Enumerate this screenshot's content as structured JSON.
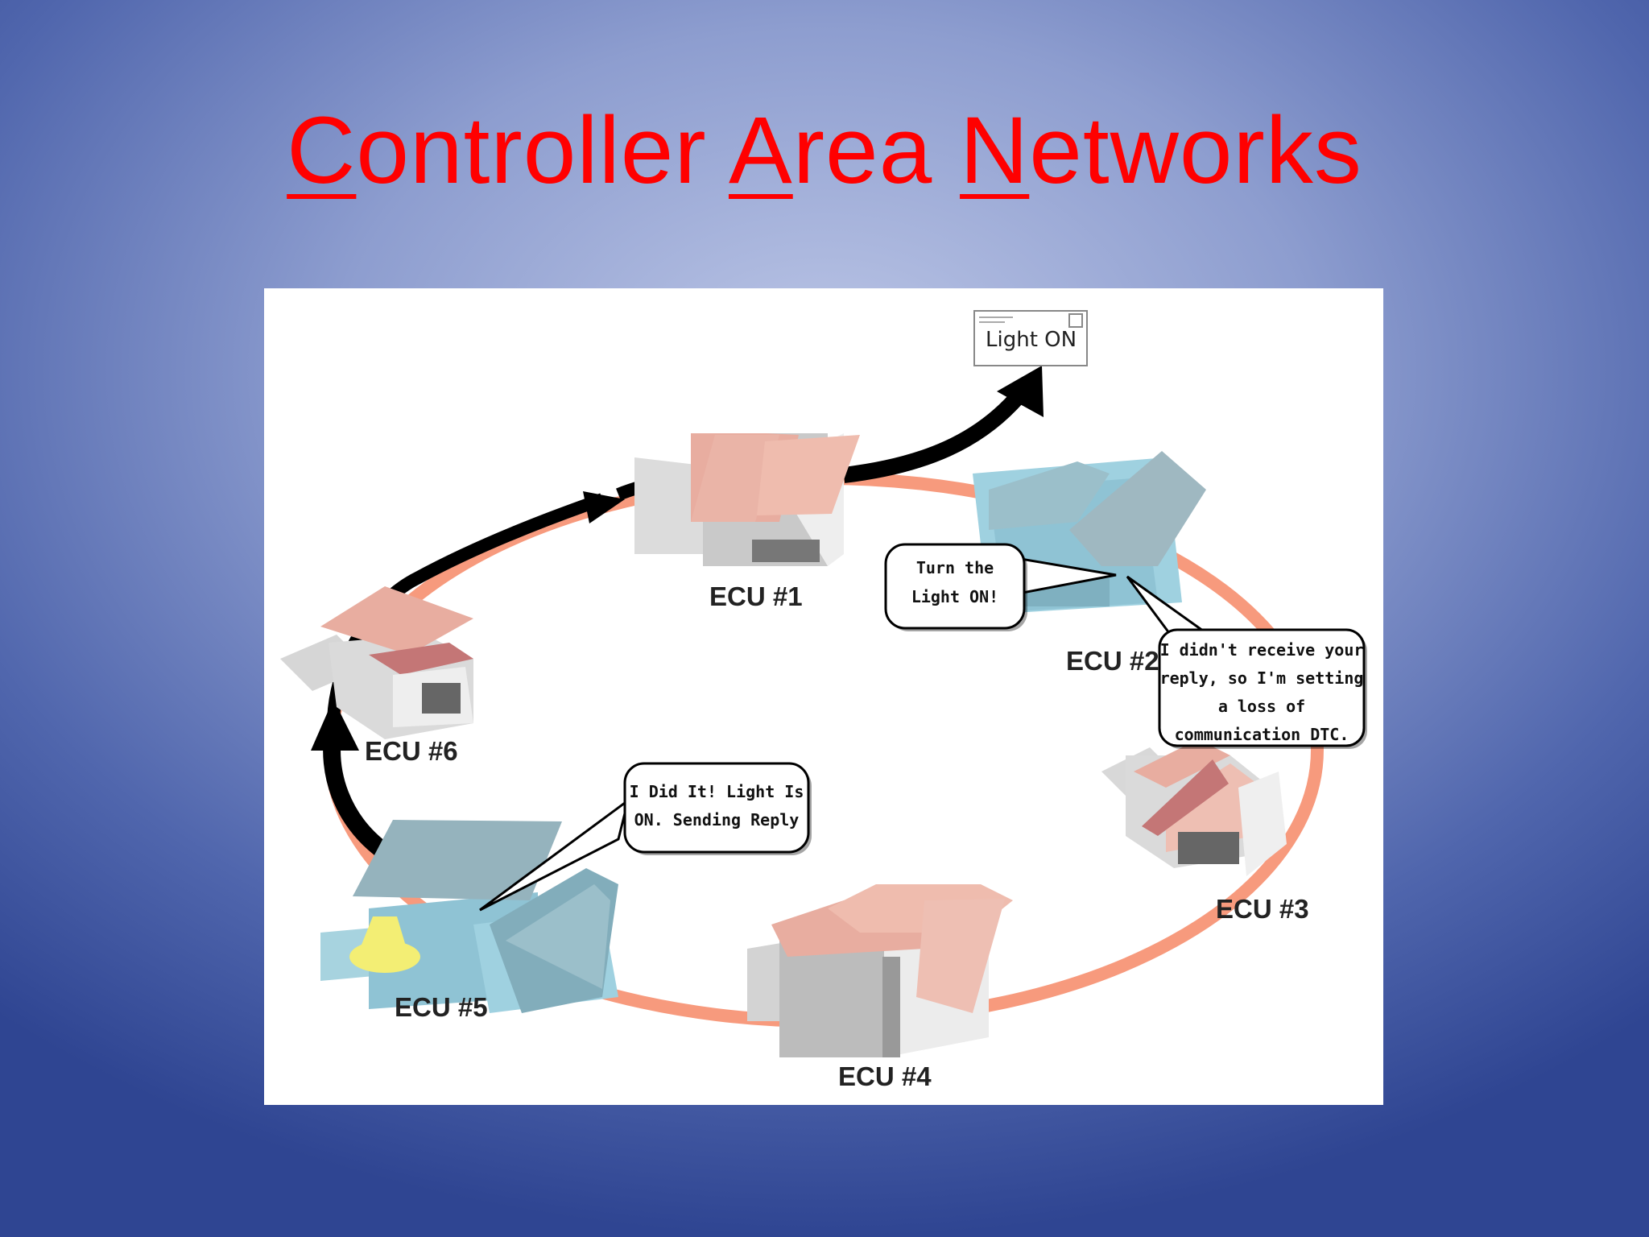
{
  "slide": {
    "title_parts": [
      {
        "first": "C",
        "rest": "ontroller "
      },
      {
        "first": "A",
        "rest": "rea "
      },
      {
        "first": "N",
        "rest": "etworks"
      }
    ]
  },
  "diagram": {
    "ecus": [
      {
        "label": "ECU #1"
      },
      {
        "label": "ECU #2"
      },
      {
        "label": "ECU #3"
      },
      {
        "label": "ECU #4"
      },
      {
        "label": "ECU #5"
      },
      {
        "label": "ECU #6"
      }
    ],
    "message_note": "Light ON",
    "bubbles": {
      "ecu2_command": [
        "Turn the",
        "Light ON!"
      ],
      "ecu2_dtc": [
        "I didn't receive your",
        "reply, so I'm setting",
        "a loss of",
        "communication DTC."
      ],
      "ecu5_reply": [
        "I Did It! Light Is",
        "ON. Sending Reply"
      ]
    },
    "colors": {
      "title": "#ff0000",
      "bus_ring": "#f79a7d",
      "message_arrow": "#000000",
      "house_pink": "#e8ada0",
      "house_blue": "#8fc3d4",
      "light_glow": "#f3ee74"
    }
  }
}
